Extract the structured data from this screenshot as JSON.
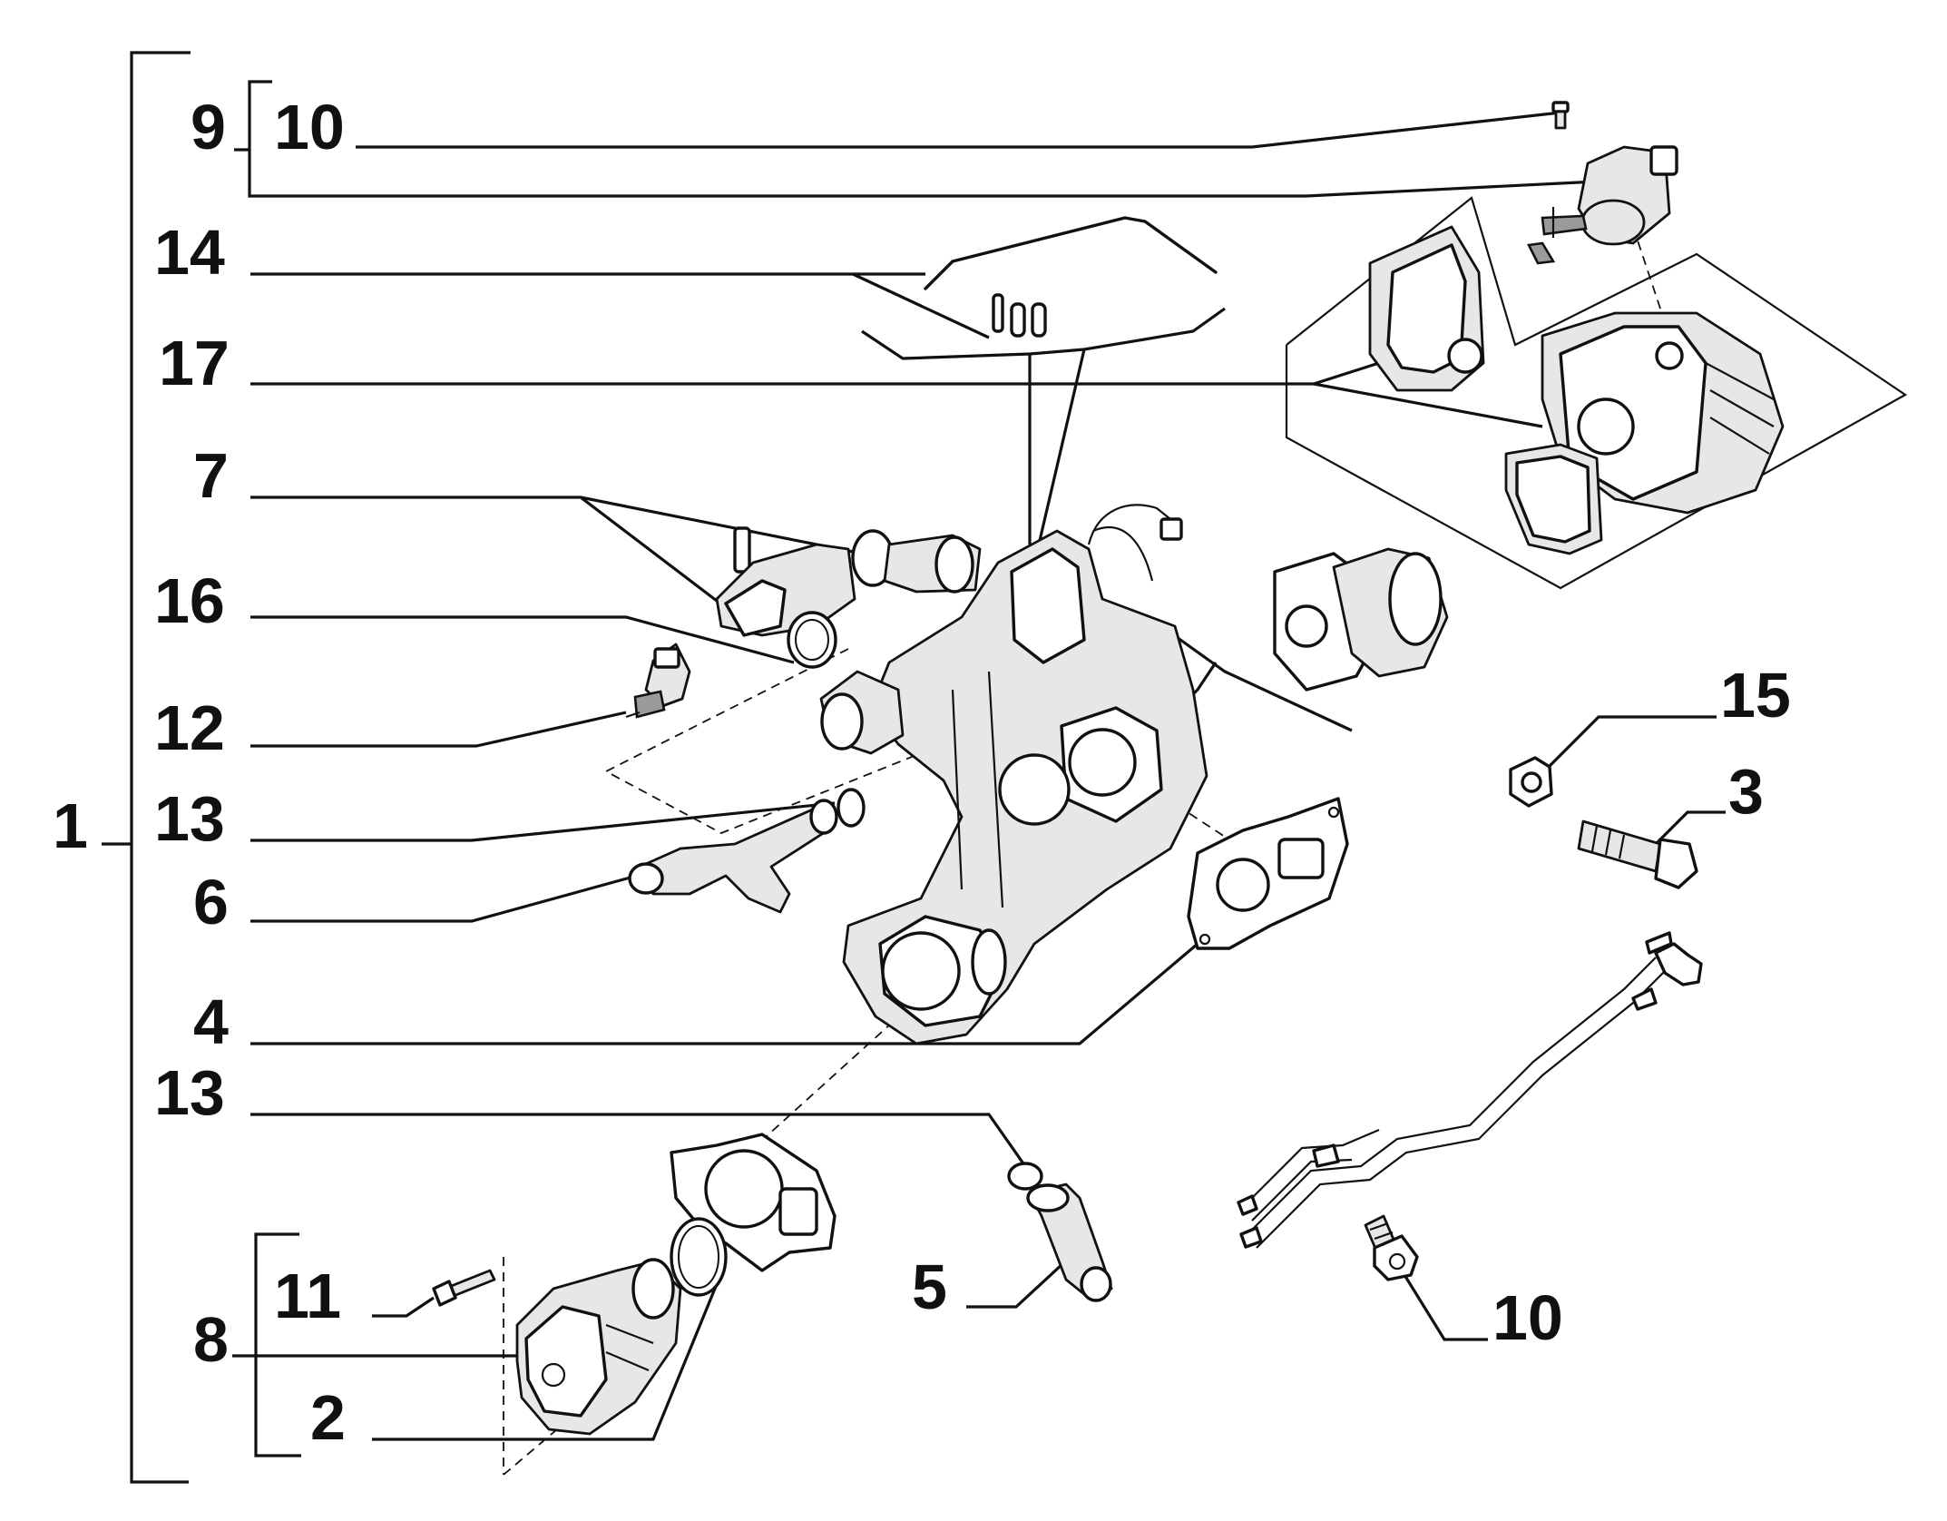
{
  "callouts": {
    "c1": "1",
    "c9": "9",
    "c10_top": "10",
    "c14": "14",
    "c17": "17",
    "c7": "7",
    "c16": "16",
    "c12": "12",
    "c13_a": "13",
    "c6": "6",
    "c4": "4",
    "c13_b": "13",
    "c11": "11",
    "c8": "8",
    "c2": "2",
    "c5": "5",
    "c15": "15",
    "c3": "3",
    "c10_bottom": "10"
  }
}
